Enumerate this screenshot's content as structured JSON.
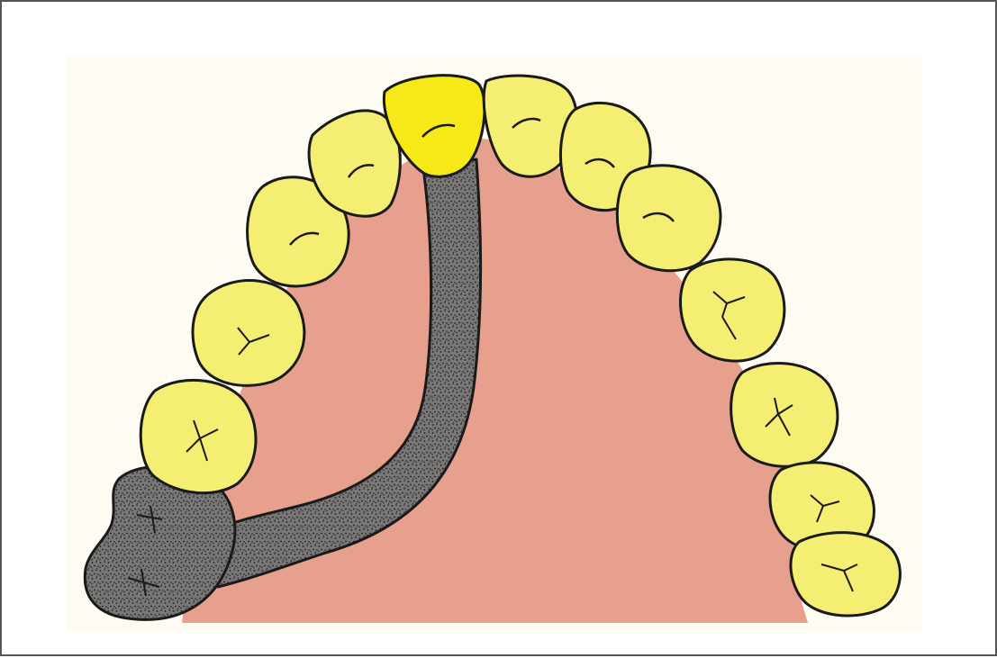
{
  "figure": {
    "colors": {
      "border": "#555555",
      "background": "#ffffff",
      "card": "#fdfbf2",
      "palate": "#e8a08e",
      "tooth": "#f4ee72",
      "highlight_tooth": "#f7e818",
      "connector": "#7a7876",
      "outline": "#1a1a1a"
    },
    "teeth": [
      {
        "name": "left-second-molar",
        "type": "molar",
        "state": "framework-covered"
      },
      {
        "name": "left-first-molar",
        "type": "molar",
        "state": "natural"
      },
      {
        "name": "left-second-premolar",
        "type": "premolar",
        "state": "natural"
      },
      {
        "name": "left-first-premolar",
        "type": "premolar",
        "state": "natural"
      },
      {
        "name": "left-canine",
        "type": "canine",
        "state": "natural"
      },
      {
        "name": "left-lateral-incisor",
        "type": "incisor",
        "state": "natural"
      },
      {
        "name": "left-central-incisor",
        "type": "incisor",
        "state": "highlighted"
      },
      {
        "name": "right-central-incisor",
        "type": "incisor",
        "state": "natural"
      },
      {
        "name": "right-lateral-incisor",
        "type": "incisor",
        "state": "natural"
      },
      {
        "name": "right-canine",
        "type": "canine",
        "state": "natural"
      },
      {
        "name": "right-first-premolar",
        "type": "premolar",
        "state": "natural"
      },
      {
        "name": "right-second-premolar",
        "type": "premolar",
        "state": "natural"
      },
      {
        "name": "right-first-molar",
        "type": "molar",
        "state": "natural"
      }
    ],
    "connector": {
      "style": "stippled",
      "path": "left-central-incisor-to-left-molar-region"
    }
  }
}
